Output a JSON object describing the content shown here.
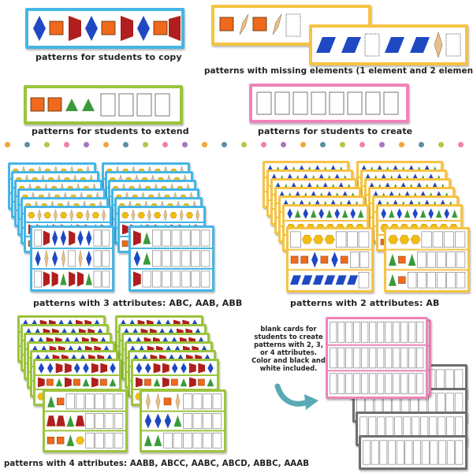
{
  "captions": {
    "copy": "patterns for students to copy",
    "missing": "patterns with missing elements (1 element and 2 elements)",
    "extend": "patterns for students to extend",
    "create": "patterns for students to create",
    "three_attr": "patterns with 3 attributes: ABC, AAB, ABB",
    "two_attr": "patterns with 2 attributes: AB",
    "four_attr": "patterns with 4 attributes: AABB, ABCC, AABC, ABCD, ABBC, AAAB"
  },
  "blank_note": "blank cards for students to create patterns with 2, 3, or 4 attributes. Color and black and white included.",
  "colors": {
    "blue_frame": "#45b6e6",
    "yellow_frame": "#f6c343",
    "green_frame": "#9cc43d",
    "pink_frame": "#ef84b8",
    "gray_frame": "#6e6e6e",
    "orange_square": "#ef6a1d",
    "blue_rhombus": "#1f49c3",
    "red_trapezoid": "#b01e1e",
    "green_triangle": "#3a9a3a",
    "tan_rhombus": "#e8c08a",
    "yellow_hexagon": "#f3bc10",
    "arrow": "#5aaab5"
  },
  "dot_colors": [
    "#f0a63a",
    "#5e8fa3",
    "#b1c94a",
    "#f27fae",
    "#a873c0"
  ],
  "icons": [
    "orange-square",
    "blue-rhombus",
    "red-trapezoid",
    "green-triangle",
    "tan-rhombus",
    "yellow-hexagon",
    "curved-arrow"
  ]
}
